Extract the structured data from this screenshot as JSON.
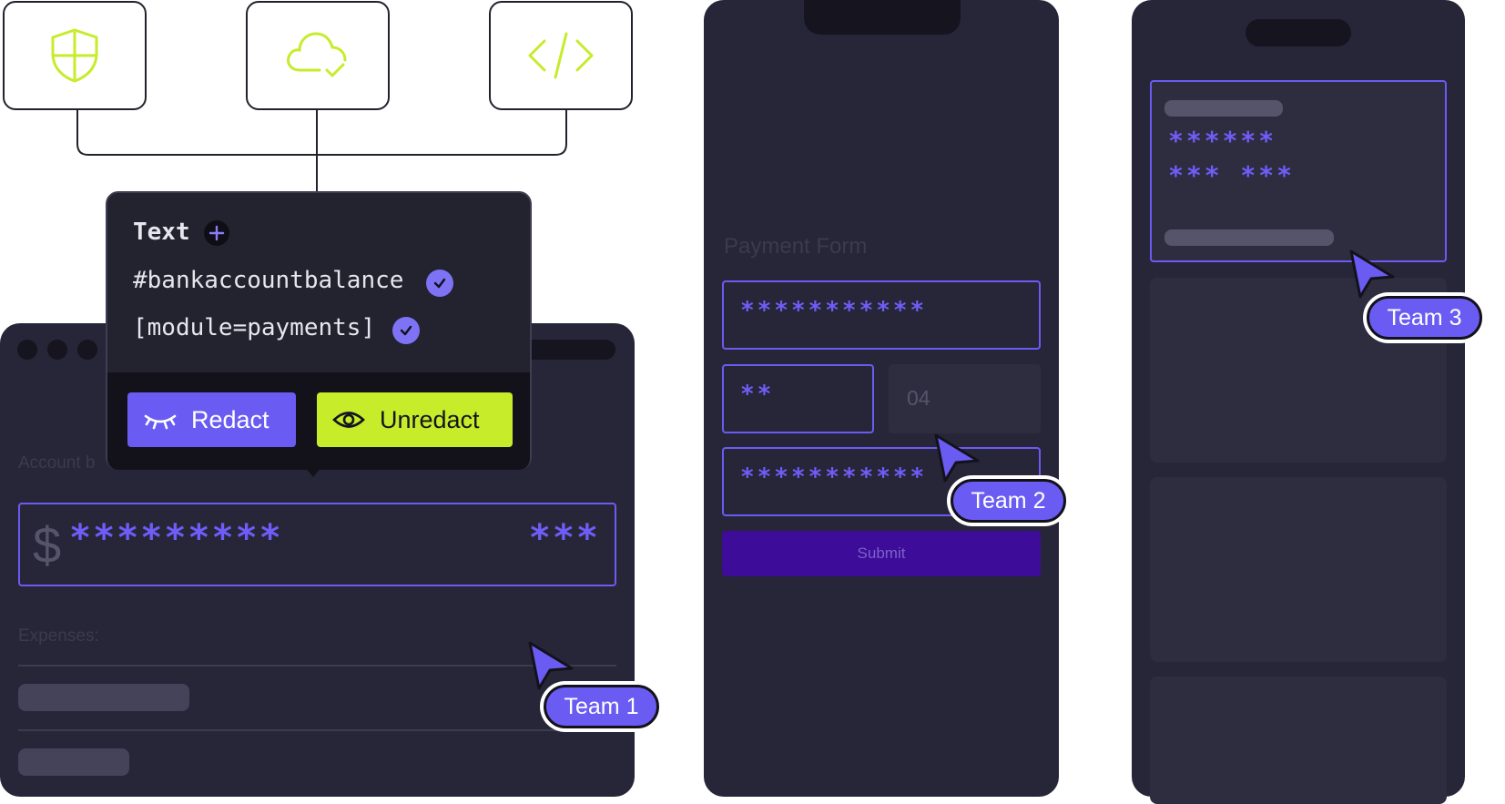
{
  "colors": {
    "accent": "#6a5cf2",
    "lime": "#c6ec2a",
    "panel": "#272638",
    "dark": "#13121b"
  },
  "icons": [
    "shield-icon",
    "cloud-check-icon",
    "code-icon"
  ],
  "popover": {
    "title": "Text",
    "selectors": [
      "#bankaccountbalance",
      "[module=payments]"
    ],
    "redact_label": "Redact",
    "unredact_label": "Unredact"
  },
  "account_window": {
    "account_label": "Account b",
    "balance_currency": "$",
    "balance_masked": "*********",
    "balance_cents_masked": "***",
    "expenses_label": "Expenses:"
  },
  "payment_phone": {
    "title": "Payment Form",
    "card_number_masked": "***********",
    "expiry_month_masked": "**",
    "expiry_year": "04",
    "cvv_masked": "***********",
    "submit_label": "Submit"
  },
  "result_phone": {
    "line1_masked": "******",
    "line2_masked": "*** ***"
  },
  "teams": [
    "Team 1",
    "Team 2",
    "Team 3"
  ]
}
